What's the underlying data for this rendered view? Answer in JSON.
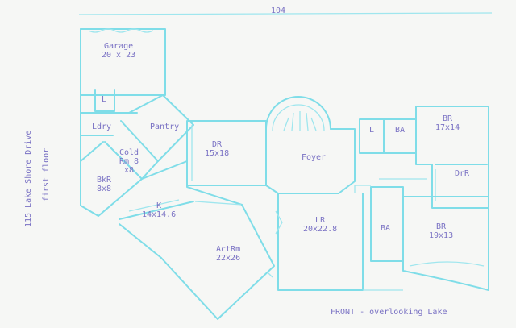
{
  "page_number": "104",
  "side_title": {
    "line1": "115 Lake Shore Drive",
    "line2": "first floor"
  },
  "footer_note": "FRONT - overlooking Lake",
  "rooms": {
    "garage": {
      "name": "Garage",
      "size": "20 x 23"
    },
    "garage_closet": {
      "name": "L"
    },
    "laundry": {
      "name": "Ldry"
    },
    "pantry": {
      "name": "Pantry"
    },
    "cold_room": {
      "name": "Cold",
      "line2": "Rm 8",
      "line3": "x8"
    },
    "breakfast": {
      "name": "BkR",
      "size": "8x8"
    },
    "kitchen": {
      "name": "K",
      "size": "14x14.6"
    },
    "dining": {
      "name": "DR",
      "size": "15x18"
    },
    "foyer": {
      "name": "Foyer"
    },
    "activity": {
      "name": "ActRm",
      "size": "22x26"
    },
    "living": {
      "name": "LR",
      "size": "20x22.8"
    },
    "closet": {
      "name": "L"
    },
    "bath_upper": {
      "name": "BA"
    },
    "bedroom_upper": {
      "name": "BR",
      "size": "17x14"
    },
    "dressing": {
      "name": "DrR"
    },
    "bath_lower": {
      "name": "BA"
    },
    "bedroom_lower": {
      "name": "BR",
      "size": "19x13"
    }
  }
}
